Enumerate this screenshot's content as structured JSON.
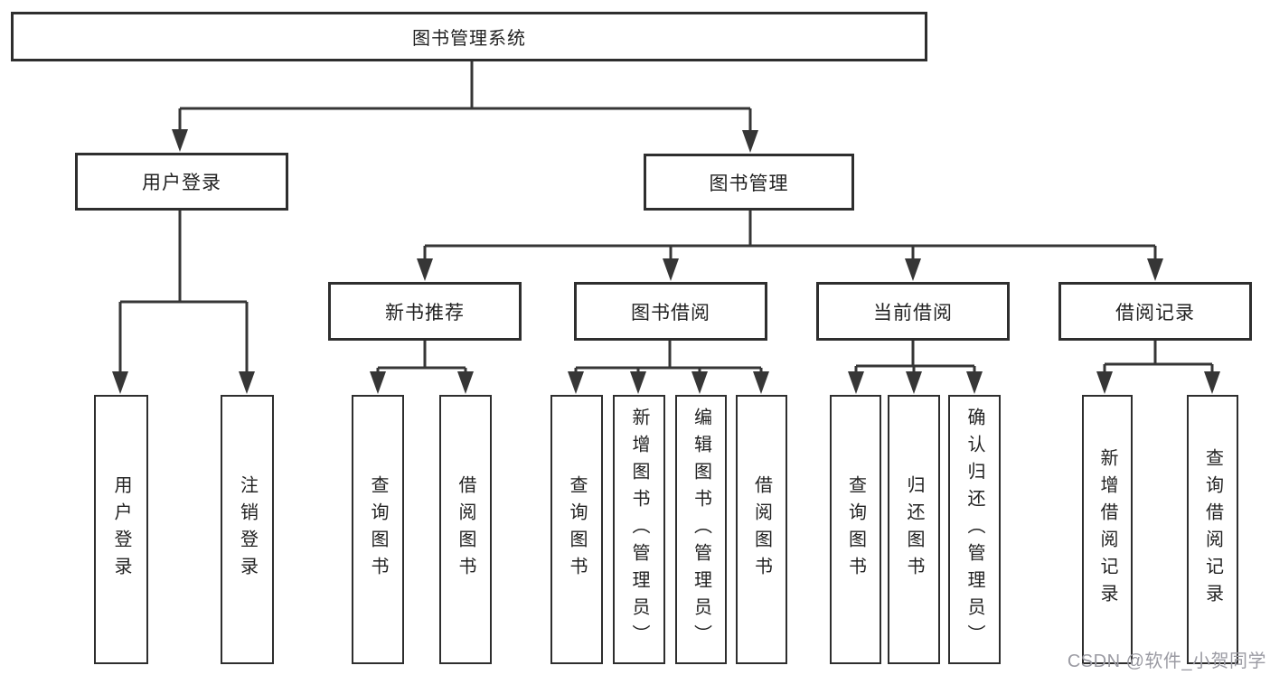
{
  "diagram": {
    "type": "hierarchy-tree",
    "root": {
      "label": "图书管理系统"
    },
    "level2": [
      {
        "id": "user-login",
        "label": "用户登录",
        "parent": "图书管理系统"
      },
      {
        "id": "book-management",
        "label": "图书管理",
        "parent": "图书管理系统"
      }
    ],
    "level3": [
      {
        "id": "new-book-recommend",
        "label": "新书推荐",
        "parent": "图书管理"
      },
      {
        "id": "book-borrow",
        "label": "图书借阅",
        "parent": "图书管理"
      },
      {
        "id": "current-borrow",
        "label": "当前借阅",
        "parent": "图书管理"
      },
      {
        "id": "borrow-records",
        "label": "借阅记录",
        "parent": "图书管理"
      }
    ],
    "leaves": [
      {
        "id": "user-login-leaf",
        "label": "用户登录",
        "parent": "用户登录"
      },
      {
        "id": "logout-leaf",
        "label": "注销登录",
        "parent": "用户登录"
      },
      {
        "id": "query-books-recommend",
        "label": "查询图书",
        "parent": "新书推荐"
      },
      {
        "id": "borrow-books-recommend",
        "label": "借阅图书",
        "parent": "新书推荐"
      },
      {
        "id": "query-books-borrow",
        "label": "查询图书",
        "parent": "图书借阅"
      },
      {
        "id": "add-books-admin",
        "label": "新增图书（管理员）",
        "parent": "图书借阅"
      },
      {
        "id": "edit-books-admin",
        "label": "编辑图书（管理员）",
        "parent": "图书借阅"
      },
      {
        "id": "borrow-books-borrow",
        "label": "借阅图书",
        "parent": "图书借阅"
      },
      {
        "id": "query-books-current",
        "label": "查询图书",
        "parent": "当前借阅"
      },
      {
        "id": "return-books",
        "label": "归还图书",
        "parent": "当前借阅"
      },
      {
        "id": "confirm-return-admin",
        "label": "确认归还（管理员）",
        "parent": "当前借阅"
      },
      {
        "id": "add-borrow-record",
        "label": "新增借阅记录",
        "parent": "借阅记录"
      },
      {
        "id": "query-borrow-record",
        "label": "查询借阅记录",
        "parent": "借阅记录"
      }
    ],
    "colors": {
      "line": "#363636",
      "box_border": "#2e2e2e",
      "text": "#222222",
      "watermark": "#9b9ba3",
      "background": "#ffffff"
    }
  },
  "watermark": {
    "text": "CSDN @软件_小贺同学"
  }
}
